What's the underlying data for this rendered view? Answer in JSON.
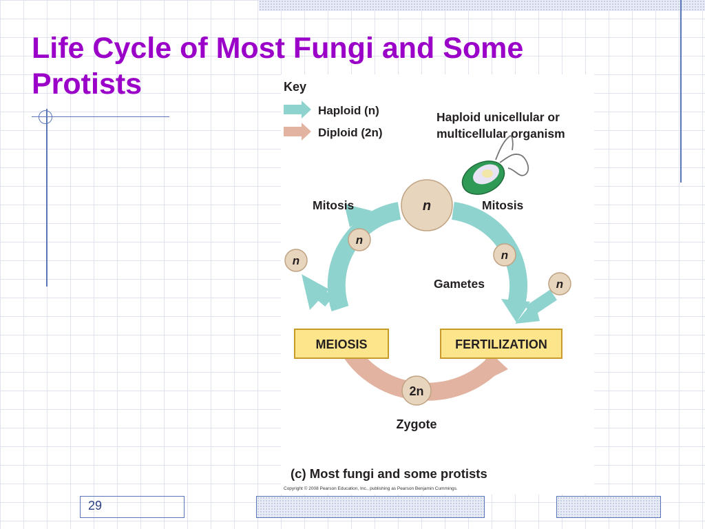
{
  "slide": {
    "title_line1": "Life Cycle of Most Fungi and Some",
    "title_line2": "Protists",
    "page_number": "29"
  },
  "figure": {
    "key_title": "Key",
    "key_haploid": "Haploid (n)",
    "key_diploid": "Diploid (2n)",
    "organism_label_line1": "Haploid unicellular or",
    "organism_label_line2": "multicellular organism",
    "mitosis_left": "Mitosis",
    "mitosis_right": "Mitosis",
    "gametes": "Gametes",
    "meiosis": "MEIOSIS",
    "fertilization": "FERTILIZATION",
    "zygote_symbol": "2n",
    "zygote_label": "Zygote",
    "n_symbol": "n",
    "caption": "(c) Most fungi and some protists",
    "copyright": "Copyright © 2008 Pearson Education, Inc., publishing as Pearson Benjamin Cummings.",
    "colors": {
      "haploid": "#8fd3cf",
      "diploid": "#e2b3a1",
      "cell": "#e8d5bd",
      "box": "#fde58c",
      "title": "#9a00c8"
    }
  }
}
